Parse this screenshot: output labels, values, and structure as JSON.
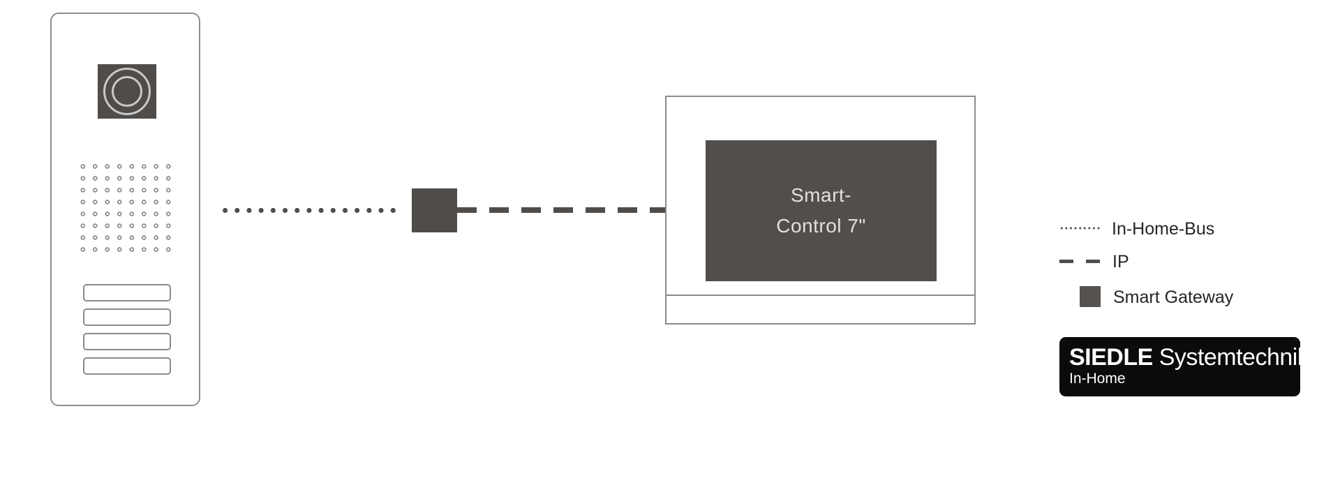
{
  "diagram": {
    "description": "Siedle In-Home system topology: door station to Smart Gateway via In-Home-Bus, gateway to Smart-Control 7 panel via IP",
    "colors": {
      "device_dark_gray": "#4f4c4a",
      "outline_gray": "#8e8e8e",
      "label_text": "#262626",
      "screen_text": "#e2e1e0",
      "logo_background": "#0b0b0b",
      "background": "#ffffff"
    }
  },
  "smart_control": {
    "label_line1": "Smart-",
    "label_line2": "Control 7\""
  },
  "legend": {
    "items": [
      {
        "swatch": "dotted-line",
        "label": "In-Home-Bus"
      },
      {
        "swatch": "dashed-line",
        "label": "IP"
      },
      {
        "swatch": "filled-square",
        "label": "Smart Gateway"
      }
    ]
  },
  "logo": {
    "brand": "SIEDLE",
    "suffix": " Systemtechnik",
    "subtitle": "In-Home"
  }
}
